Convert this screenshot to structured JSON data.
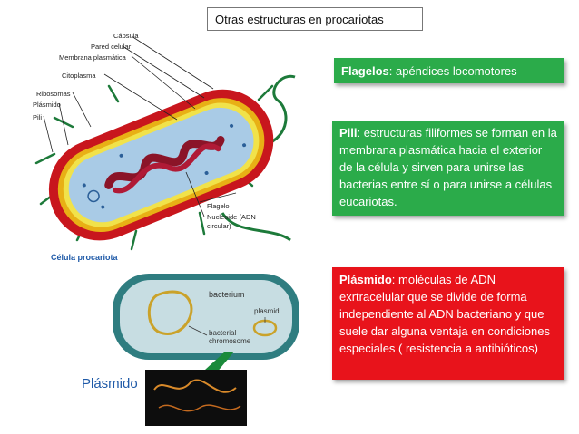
{
  "slide": {
    "title": "Otras estructuras  en procariotas",
    "flagelos": {
      "term": "Flagelos",
      "text": ": apéndices locomotores"
    },
    "pili": {
      "term": "Pili",
      "text": ": estructuras filiformes se forman en la membrana plasmática hacia el exterior de la célula y sirven para unirse las bacterias entre sí o para unirse a células eucariotas."
    },
    "plasmido": {
      "term": "Plásmido",
      "text": ": moléculas de ADN exrtracelular que se divide de forma independiente al ADN bacteriano y que suele dar alguna ventaja en condiciones especiales ( resistencia a antibióticos)"
    },
    "cell_caption": "Célula procariota",
    "plasmid_caption": "Plásmido"
  },
  "cell_diagram": {
    "labels": {
      "capsula": "Cápsula",
      "pared": "Pared celular",
      "membrana": "Membrana plasmática",
      "citoplasma": "Citoplasma",
      "ribosomas": "Ribosomas",
      "plasmido": "Plásmido",
      "pili": "Pili",
      "flagelo": "Flagelo",
      "nucleoide": "Nucleoide (ADN",
      "nucleoide2": "circular)"
    }
  },
  "bacterium_diagram": {
    "labels": {
      "bacterium": "bacterium",
      "plasmid": "plasmid",
      "chromosome1": "bacterial",
      "chromosome2": "chromosome"
    }
  }
}
